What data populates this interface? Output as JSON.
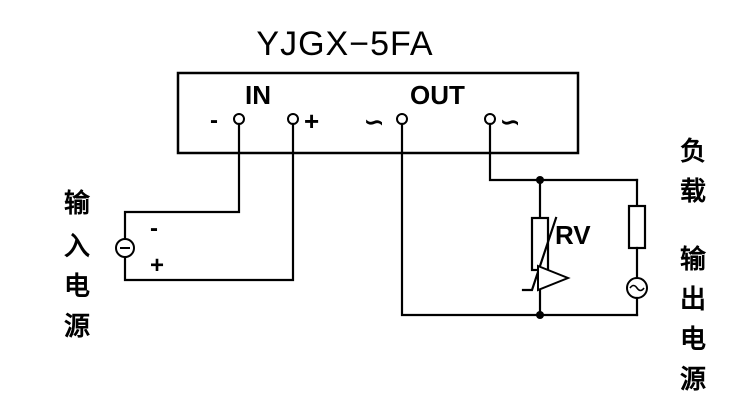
{
  "title": "YJGX−5FA",
  "module": {
    "in_label": "IN",
    "out_label": "OUT",
    "in_minus": "-",
    "in_plus": "+",
    "out_left_symbol": "∽",
    "out_right_symbol": "∽"
  },
  "input_source": {
    "label_chars": [
      "输",
      "入",
      "电",
      "源"
    ],
    "minus": "-",
    "plus": "+",
    "icon": "dc-source-icon"
  },
  "varistor_label": "RV",
  "load_label_chars": [
    "负",
    "载"
  ],
  "output_source": {
    "label_chars": [
      "输",
      "出",
      "电",
      "源"
    ],
    "icon": "ac-source-icon"
  }
}
